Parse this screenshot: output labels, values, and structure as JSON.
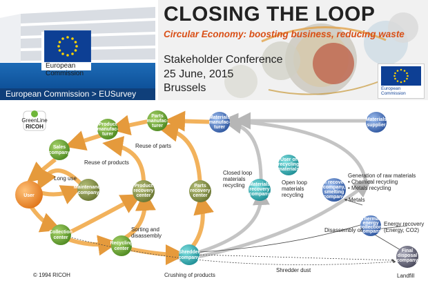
{
  "header": {
    "ec_logo": {
      "line1": "European",
      "line2": "Commission"
    },
    "breadcrumb": "European Commission > EUSurvey",
    "banner": {
      "title": "CLOSING THE LOOP",
      "subtitle": "Circular Economy: boosting business, reducing waste",
      "line1": "Stakeholder Conference",
      "line2": "25 June, 2015",
      "line3": "Brussels",
      "logo_line1": "European",
      "logo_line2": "Commission"
    }
  },
  "diagram": {
    "greenline_logo": "GreenLine",
    "ricoh_logo": "RICOH",
    "copyright": "© 1994 RICOH",
    "nodes": {
      "user": "User",
      "sales_company": [
        "Sales",
        "company"
      ],
      "product_manufacturer": [
        "Product",
        "manufac-",
        "turer"
      ],
      "parts_manufacturer": [
        "Parts",
        "manufac-",
        "turer"
      ],
      "materials_manufacturer": [
        "Materials",
        "manufac-",
        "turer"
      ],
      "materials_supplier": [
        "Materials",
        "supplier"
      ],
      "maintenance_company": [
        "Maintenance",
        "company"
      ],
      "product_recovery_center": [
        "Product",
        "recovery",
        "center"
      ],
      "parts_recovery_center": [
        "Parts",
        "recovery",
        "center"
      ],
      "materials_recovery_company": [
        "Materials",
        "recovery",
        "company"
      ],
      "user_recycling_materials": [
        "User of",
        "recycling",
        "materials"
      ],
      "oil_recovery_company": [
        "Oil recovery",
        "company,",
        "smelting",
        "company"
      ],
      "thermal_energy_collection": [
        "Thermal",
        "energy",
        "collection",
        "company"
      ],
      "collection_center": [
        "Collection",
        "center"
      ],
      "recycling_center": [
        "Recycling",
        "center"
      ],
      "shredder_company": [
        "Shredder",
        "company"
      ],
      "final_disposal_company": [
        "Final",
        "disposal",
        "company"
      ]
    },
    "labels": {
      "reuse_parts": "Reuse of parts",
      "reuse_products": "Reuse of products",
      "long_use": "Long use",
      "closed_loop": [
        "Closed loop",
        "materials",
        "recycling"
      ],
      "open_loop": [
        "Open loop",
        "materials",
        "recycling"
      ],
      "raw_materials": [
        "Generation of raw materials",
        "• Chemical recycling",
        "• Metals recycling"
      ],
      "metals": "Metals",
      "energy_recovery": [
        "Energy recovery",
        "(Energy, CO2)"
      ],
      "disassembly_oil": "Disassembly oil",
      "sorting": [
        "Sorting and",
        "disassembly"
      ],
      "crushing": "Crushing of products",
      "shredder_dust": "Shredder dust",
      "landfill": "Landfill"
    }
  },
  "colors": {
    "ec_blue": "#0f3f7a",
    "banner_orange": "#d94f16",
    "loop_orange": "#f2b25c",
    "node_green": "#5f9a2e",
    "node_olive": "#7c8a3c",
    "node_teal": "#2aa3a8",
    "node_blue": "#3a66ad",
    "node_user": "#f08a24",
    "node_gray": "#5a5a6e"
  }
}
